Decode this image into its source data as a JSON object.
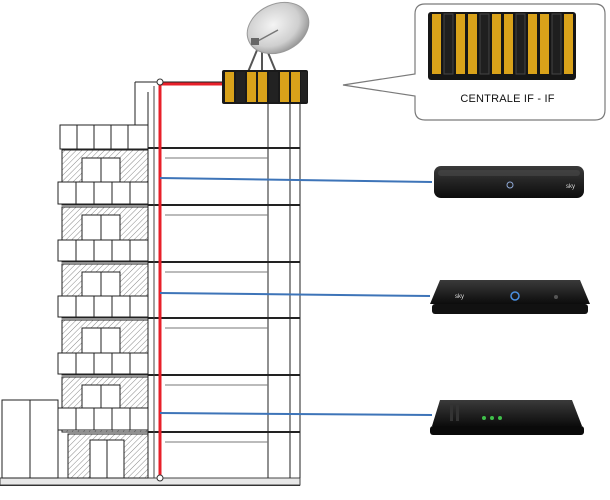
{
  "callout": {
    "label": "CENTRALE IF - IF"
  },
  "devices": [
    {
      "name": "set-top-box-1",
      "brand": "sky"
    },
    {
      "name": "set-top-box-2",
      "brand": "sky"
    },
    {
      "name": "set-top-box-3",
      "brand": ""
    }
  ],
  "colors": {
    "riser_cable": "#e8202a",
    "drop_cable": "#3d74b8",
    "module_gold": "#d9a21a",
    "building_line": "#222222",
    "hatch": "#777777"
  }
}
